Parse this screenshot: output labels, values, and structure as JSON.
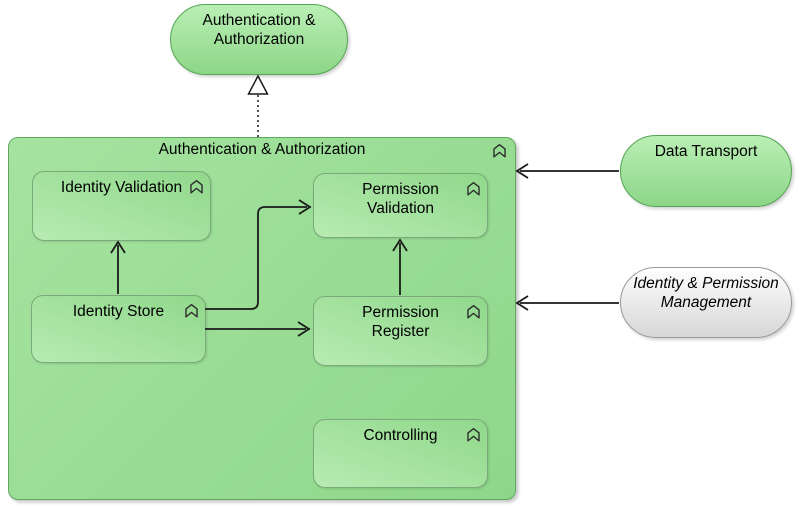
{
  "colors": {
    "node_green_light": "#baefb5",
    "node_green_dark": "#8cd687",
    "node_green_border": "#55a455",
    "container_fill_light": "#a5e3a0",
    "container_fill_dark": "#8ed78a",
    "container_border": "#5ea75e",
    "inner_fill_light": "#b7ebb2",
    "inner_fill_dark": "#90d88b",
    "inner_border": "#7aa97a",
    "neutral_fill_light": "#ffffff",
    "neutral_fill_dark": "#d6d6d6",
    "neutral_border": "#9a9a9a",
    "line": "#1a1a1a",
    "text": "#000000"
  },
  "nodes": {
    "top_service": {
      "label": "Authentication &\nAuthorization"
    },
    "main_container": {
      "label": "Authentication & Authorization"
    },
    "identity_validation": {
      "label": "Identity Validation"
    },
    "permission_validation": {
      "label": "Permission\nValidation"
    },
    "identity_store": {
      "label": "Identity Store"
    },
    "permission_register": {
      "label": "Permission\nRegister"
    },
    "controlling": {
      "label": "Controlling"
    },
    "data_transport": {
      "label": "Data Transport"
    },
    "identity_permission_management": {
      "label": "Identity & Permission\nManagement"
    }
  },
  "relationships": [
    {
      "from": "main_container",
      "to": "top_service",
      "style": "realization-dotted-hollow-triangle"
    },
    {
      "from": "identity_store",
      "to": "identity_validation",
      "style": "open-arrow"
    },
    {
      "from": "identity_store",
      "to": "permission_validation",
      "style": "open-arrow-elbow"
    },
    {
      "from": "identity_store",
      "to": "permission_register",
      "style": "open-arrow"
    },
    {
      "from": "permission_register",
      "to": "permission_validation",
      "style": "open-arrow"
    },
    {
      "from": "data_transport",
      "to": "main_container",
      "style": "open-arrow"
    },
    {
      "from": "identity_permission_management",
      "to": "main_container",
      "style": "open-arrow"
    }
  ]
}
